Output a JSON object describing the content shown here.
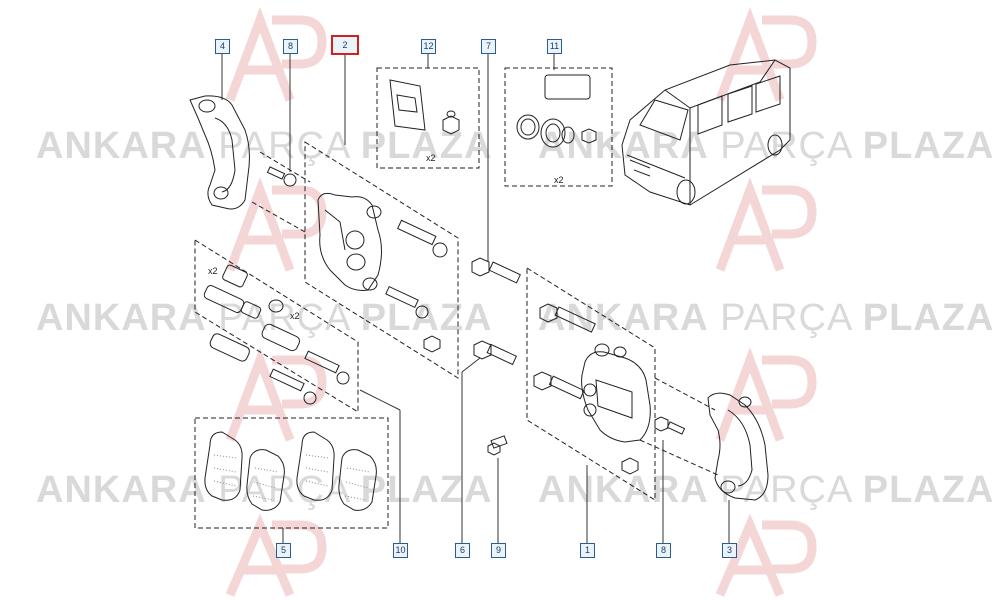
{
  "watermark": {
    "brand_bold_1": "ANKARA",
    "brand_light": "PARÇA",
    "brand_bold_2": "PLAZA",
    "logo_letters": "AP"
  },
  "callouts": {
    "c1": "1",
    "c2": "2",
    "c3": "3",
    "c4": "4",
    "c5": "5",
    "c6": "6",
    "c7": "7",
    "c8": "8",
    "c9": "9",
    "c10": "10",
    "c11": "11",
    "c12": "12"
  },
  "selected_callout": "2",
  "quantities": {
    "clip_kit": "x2",
    "seal_kit": "x2",
    "pin_top": "x2",
    "pin_mid": "x2"
  },
  "colors": {
    "selection": "#d21f1f",
    "callout_border": "#2b5d8c",
    "watermark": "#d9d9d9",
    "logo": "#e8b7b7"
  }
}
